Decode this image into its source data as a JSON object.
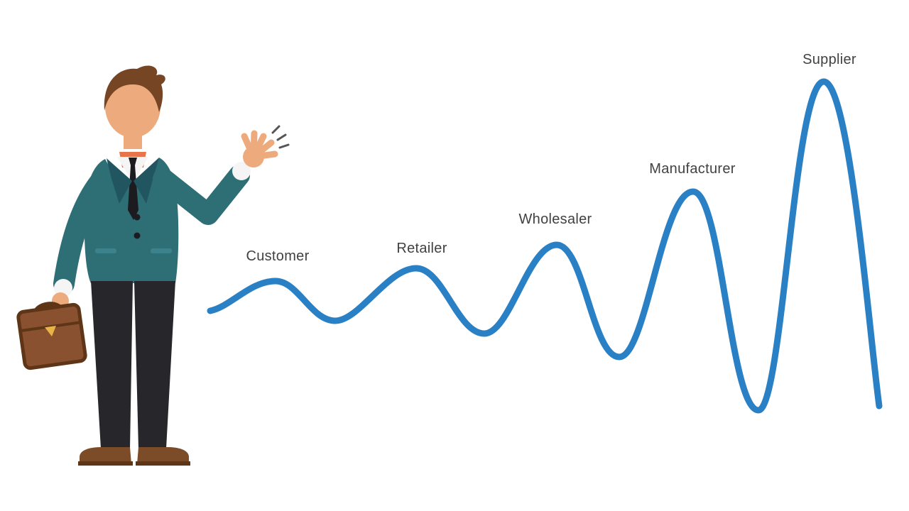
{
  "diagram": {
    "stages": [
      "Customer",
      "Retailer",
      "Wholesaler",
      "Manufacturer",
      "Supplier"
    ],
    "wave_color": "#2a80c5",
    "label_color": "#414141"
  },
  "illustration": {
    "name": "businessman-waving-with-briefcase"
  },
  "colors": {
    "jacket_teal": "#2e6e75",
    "skin": "#ecaa7d",
    "briefcase_brown": "#8a5130",
    "pants_dark": "#26262b"
  }
}
